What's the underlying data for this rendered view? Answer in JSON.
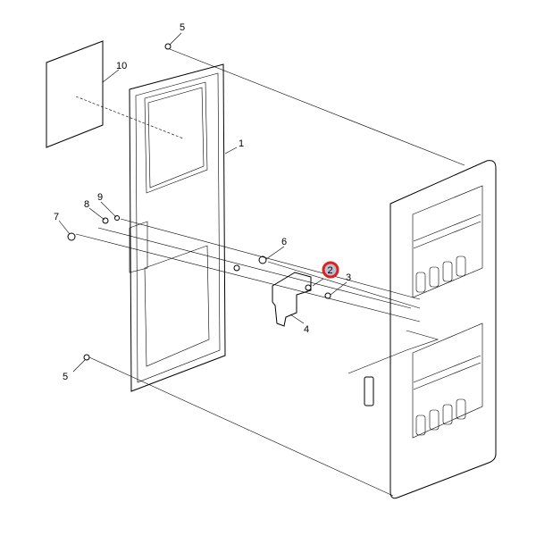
{
  "diagram": {
    "callouts": [
      {
        "id": "5a",
        "label": "5"
      },
      {
        "id": "10",
        "label": "10"
      },
      {
        "id": "1",
        "label": "1"
      },
      {
        "id": "9",
        "label": "9"
      },
      {
        "id": "8",
        "label": "8"
      },
      {
        "id": "7",
        "label": "7"
      },
      {
        "id": "6",
        "label": "6"
      },
      {
        "id": "2",
        "label": "2",
        "highlighted": true
      },
      {
        "id": "3",
        "label": "3"
      },
      {
        "id": "4",
        "label": "4"
      },
      {
        "id": "5b",
        "label": "5"
      }
    ],
    "highlight_color": "#e02020",
    "highlight_fill": "#b8c0d0"
  }
}
